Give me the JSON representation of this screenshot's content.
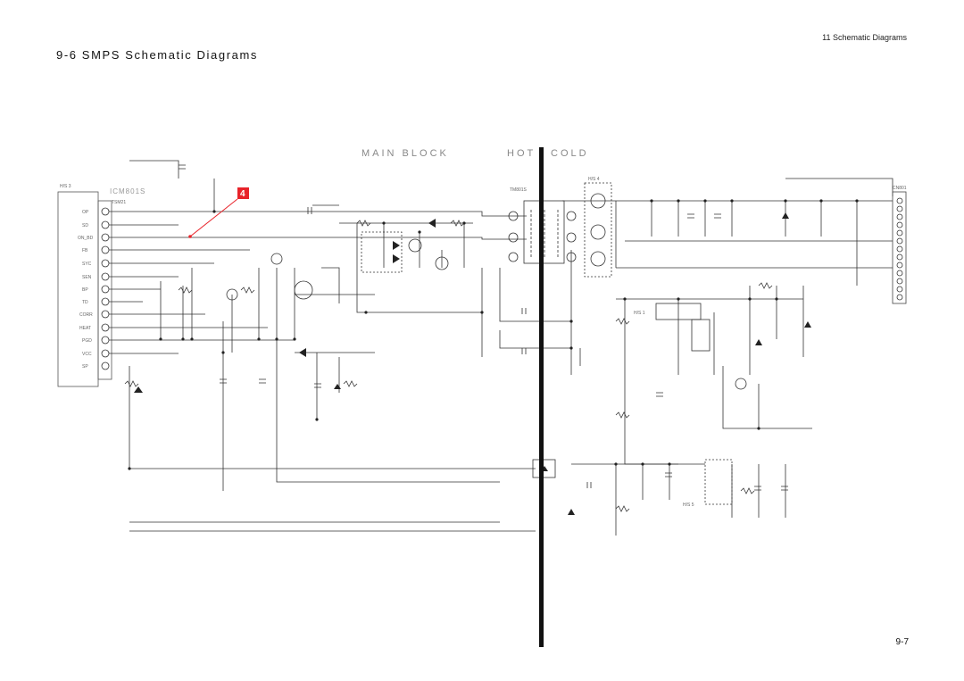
{
  "header": {
    "section": "11 Schematic Diagrams"
  },
  "title": "9-6 SMPS Schematic Diagrams",
  "footer": {
    "page_number": "9-7"
  },
  "diagram": {
    "block_title_main": "MAIN BLOCK",
    "block_title_hot": "HOT",
    "block_title_cold": "COLD",
    "ic_label": "ICM801S",
    "ic_sub_label": "TSM21",
    "ref_left_top": "H/S 3",
    "transformer_label": "TM801S",
    "ref_right_top": "H/S 4",
    "ref_right_bottom": "H/S 5",
    "ref_mid": "H/S 1",
    "connector_label": "CN801",
    "callout": {
      "number": "4",
      "color": "#e8232a"
    },
    "pin_labels": [
      "OP",
      "SD",
      "ON_BD",
      "FB",
      "SYC",
      "SEN",
      "BP",
      "TD",
      "CORR",
      "HEAT",
      "PGD",
      "VCC",
      "SP"
    ]
  }
}
